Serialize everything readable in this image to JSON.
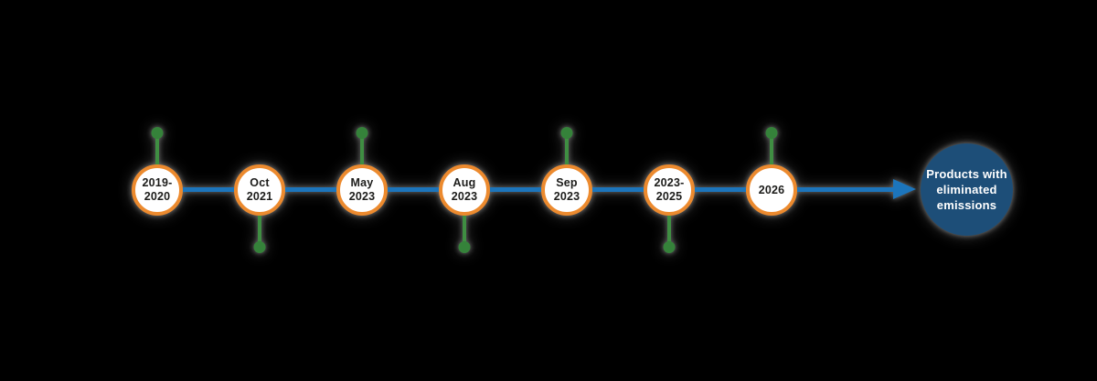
{
  "colors": {
    "background": "#000000",
    "circle_border_orange": "#EC8A2E",
    "circle_fill": "#FFFFFF",
    "timeline_blue": "#1C75BC",
    "stem_green": "#3F8E42",
    "dot_green": "#35823A",
    "end_node_blue": "#1D4E78",
    "milestone_text": "#1D1D1B",
    "end_node_text": "#FFFFFF"
  },
  "timeline": {
    "milestones": [
      {
        "line1": "2019-",
        "line2": "2020",
        "stem_direction": "up"
      },
      {
        "line1": "Oct",
        "line2": "2021",
        "stem_direction": "down"
      },
      {
        "line1": "May",
        "line2": "2023",
        "stem_direction": "up"
      },
      {
        "line1": "Aug",
        "line2": "2023",
        "stem_direction": "down"
      },
      {
        "line1": "Sep",
        "line2": "2023",
        "stem_direction": "up"
      },
      {
        "line1": "2023-",
        "line2": "2025",
        "stem_direction": "down"
      },
      {
        "line1": "2026",
        "line2": "",
        "stem_direction": "up"
      }
    ],
    "end_node": {
      "line1": "Products with",
      "line2": "eliminated",
      "line3": "emissions"
    }
  }
}
